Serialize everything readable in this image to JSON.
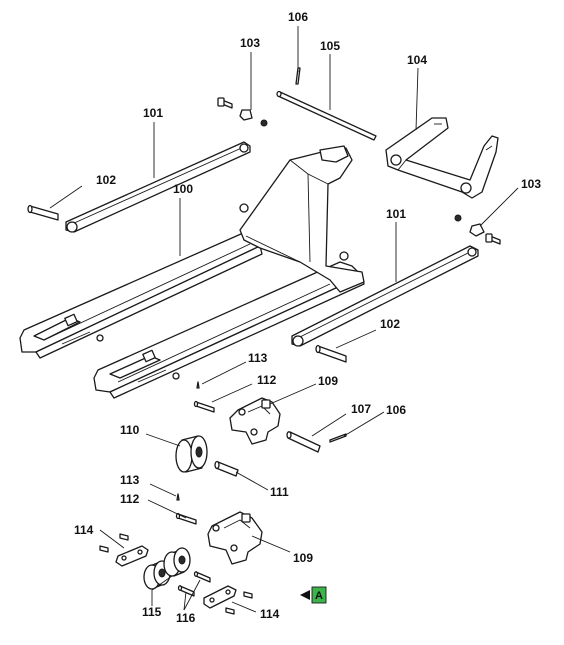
{
  "callouts": {
    "c100": "100",
    "c101a": "101",
    "c101b": "101",
    "c102a": "102",
    "c102b": "102",
    "c103a": "103",
    "c103b": "103",
    "c104": "104",
    "c105": "105",
    "c106a": "106",
    "c106b": "106",
    "c107": "107",
    "c109a": "109",
    "c109b": "109",
    "c110": "110",
    "c111": "111",
    "c112a": "112",
    "c112b": "112",
    "c113a": "113",
    "c113b": "113",
    "c114a": "114",
    "c114b": "114",
    "c115": "115",
    "c116": "116"
  },
  "marker": {
    "label": "A",
    "color": "#3cb44b"
  }
}
